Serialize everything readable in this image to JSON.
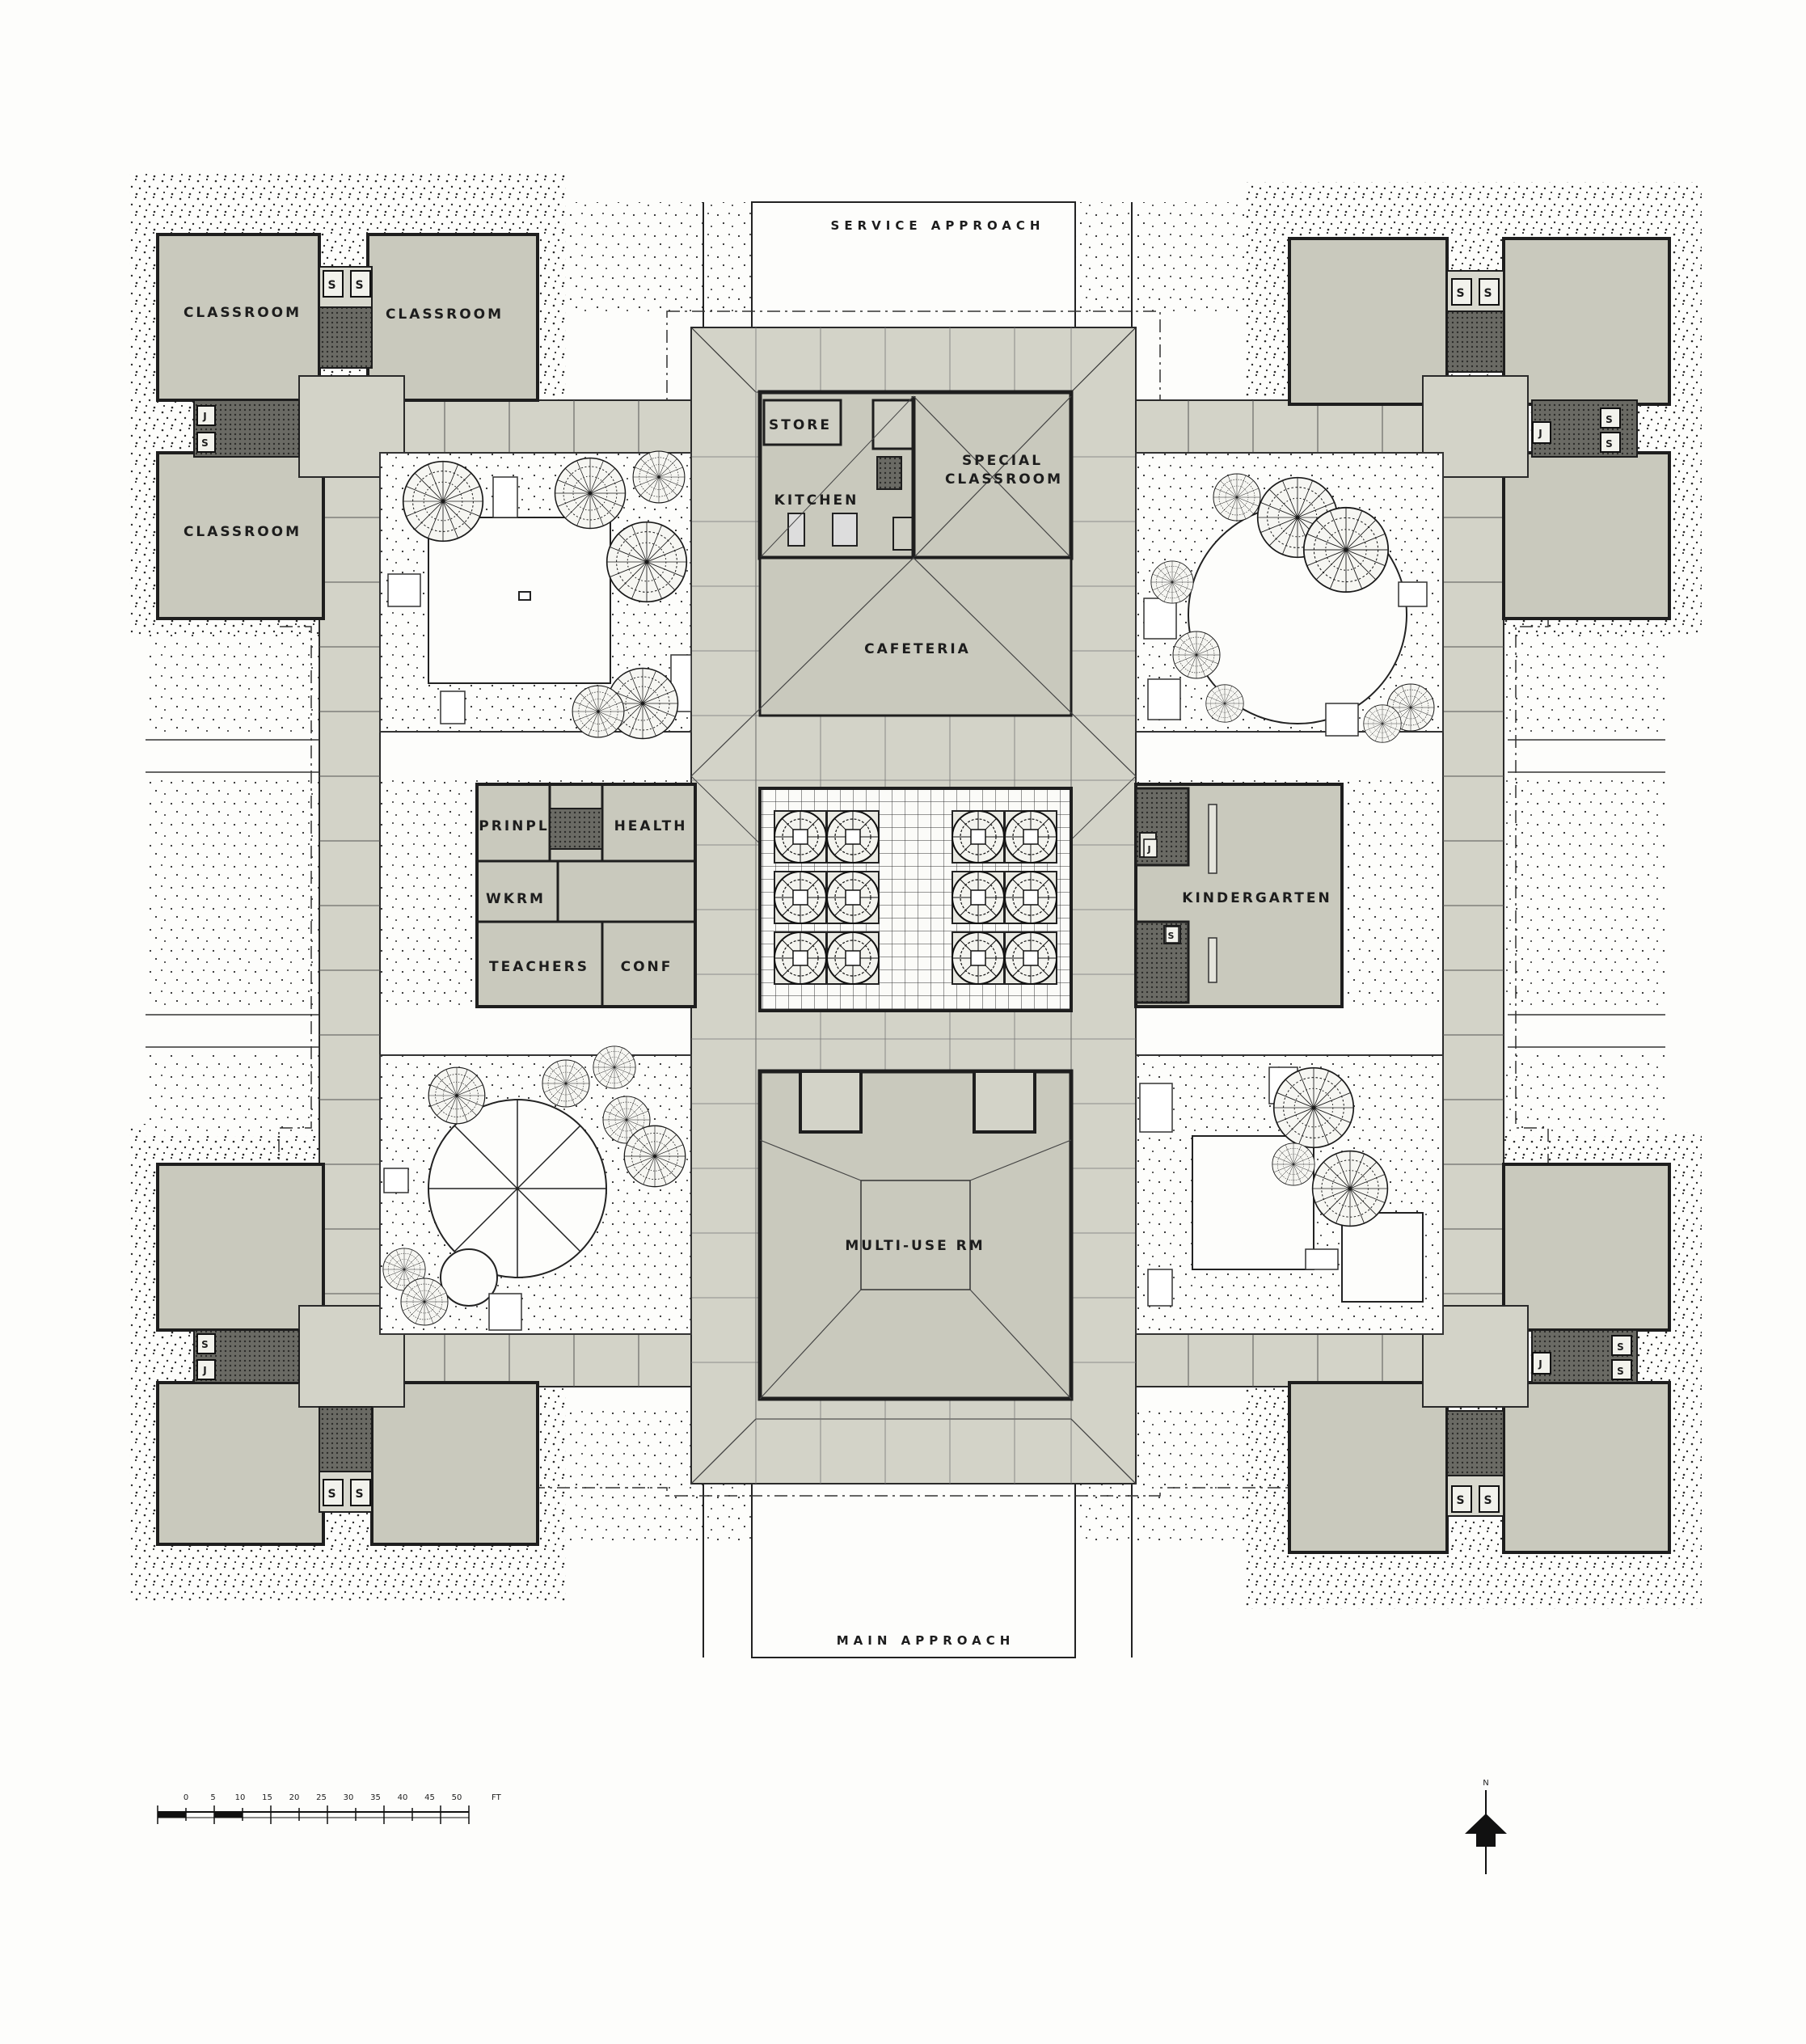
{
  "approaches": {
    "service": "SERVICE APPROACH",
    "main": "MAIN APPROACH"
  },
  "rooms": {
    "classroom_nw_a": "CLASSROOM",
    "classroom_nw_b": "CLASSROOM",
    "classroom_nw_c": "CLASSROOM",
    "store": "STORE",
    "kitchen": "KITCHEN",
    "special_classroom_line1": "SPECIAL",
    "special_classroom_line2": "CLASSROOM",
    "cafeteria": "CAFETERIA",
    "principal": "PRINPL",
    "health": "HEALTH",
    "workroom": "WKRM",
    "teachers": "TEACHERS",
    "conference": "CONF",
    "kindergarten": "KINDERGARTEN",
    "multi_use": "MULTI-USE RM"
  },
  "toilet_labels": {
    "s": "S",
    "j": "J"
  },
  "north": "N",
  "scale": {
    "ticks": [
      "0",
      "5",
      "10",
      "15",
      "20",
      "25",
      "30",
      "35",
      "40",
      "45",
      "50"
    ],
    "unit": "FT"
  },
  "colors": {
    "paper": "#fdfdfb",
    "room_fill": "#c9c9bd",
    "corridor_fill": "#d3d3c8",
    "wall": "#1e1e1e",
    "stipple": "#2a2a2a"
  }
}
